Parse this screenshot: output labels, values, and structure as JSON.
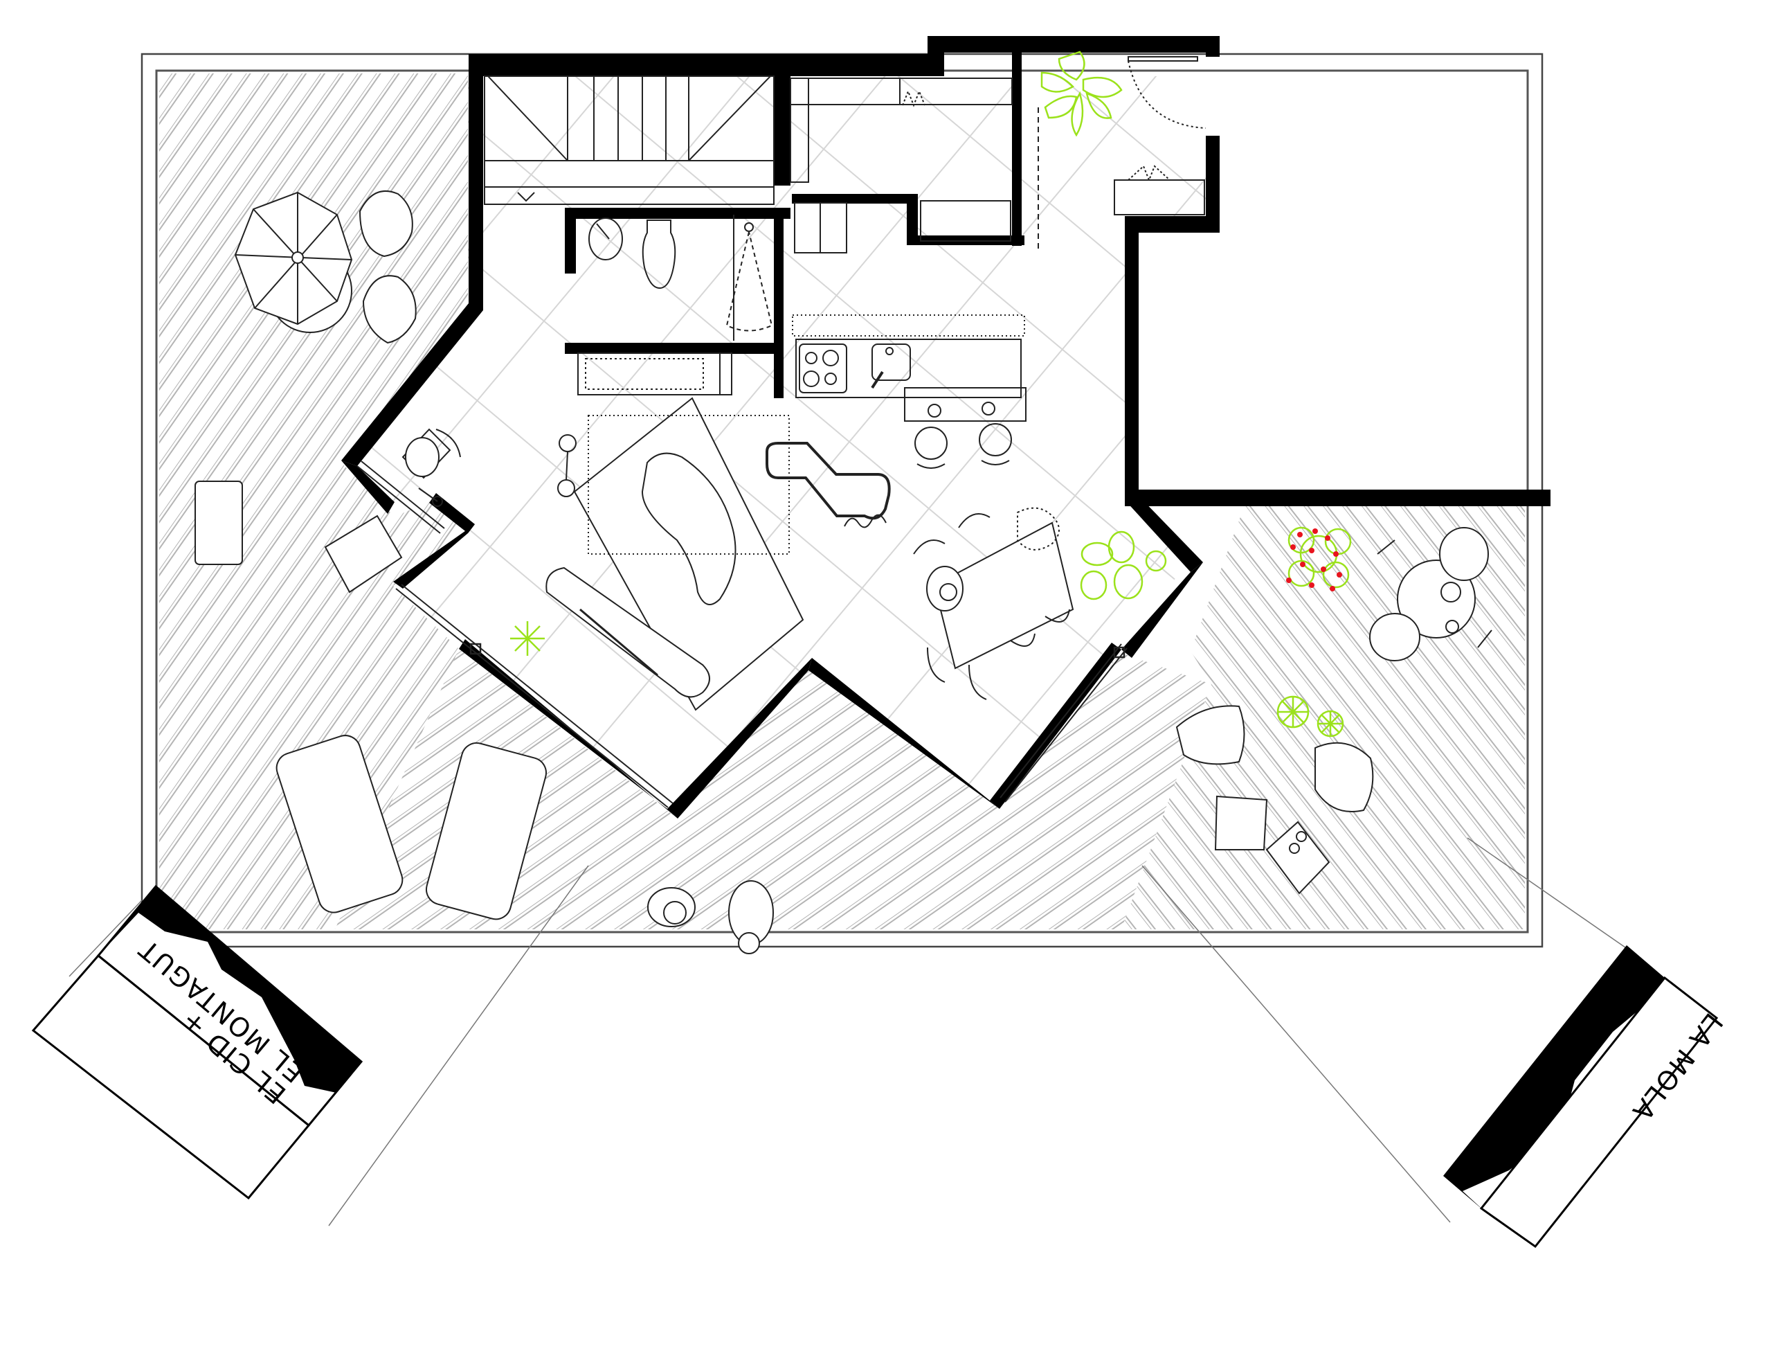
{
  "drawing": {
    "type": "architectural-floor-plan",
    "view": "top-down plan with terraces",
    "colors": {
      "wall": "#000000",
      "line": "#1a1a1a",
      "hatch": "#b4b4b4",
      "grid": "#d2d2d2",
      "plant": "#9be21b",
      "flower_dot": "#e8141e",
      "background": "#ffffff"
    }
  },
  "views": [
    {
      "id": "view-left",
      "label_line1": "EL CID +",
      "label_line2": "EL MONTAGUT"
    },
    {
      "id": "view-right",
      "label_line1": "LA MOLA"
    }
  ],
  "frame": {
    "outer": [
      205,
      78,
      2228,
      1367
    ],
    "inner": [
      226,
      102,
      2207,
      1346
    ]
  },
  "rooms": [
    {
      "name": "stair",
      "icon": "stair-icon"
    },
    {
      "name": "bathroom",
      "fixtures": [
        "washbasin",
        "toilet",
        "shower",
        "bathtub"
      ]
    },
    {
      "name": "kitchen",
      "fixtures": [
        "cooktop-4-burner",
        "sink",
        "counter",
        "island",
        "bar-stool",
        "bar-stool"
      ]
    },
    {
      "name": "storage-entry",
      "fixtures": [
        "wardrobe",
        "door-swing"
      ]
    },
    {
      "name": "living",
      "fixtures": [
        "curved-sofa",
        "rug",
        "daybed",
        "floor-lamp",
        "toy-train-track"
      ]
    },
    {
      "name": "dining",
      "fixtures": [
        "dining-table",
        "chair",
        "chair",
        "chair",
        "chair",
        "chair",
        "chair"
      ]
    },
    {
      "name": "study",
      "fixtures": [
        "desk",
        "office-chair",
        "desk-lamp"
      ]
    }
  ],
  "terraces": [
    {
      "name": "terrace-west",
      "furniture": [
        "parasol",
        "round-table",
        "lounge-chair",
        "lounge-chair",
        "wheelchair",
        "folding-chair",
        "sun-lounger",
        "sun-lounger"
      ]
    },
    {
      "name": "terrace-south",
      "furniture": [
        "person-walking",
        "person-walking"
      ]
    },
    {
      "name": "terrace-east",
      "furniture": [
        "round-table",
        "chair",
        "chair",
        "chair",
        "armchair",
        "armchair",
        "side-table",
        "ottoman",
        "flower-planter",
        "plant",
        "plant"
      ]
    }
  ]
}
